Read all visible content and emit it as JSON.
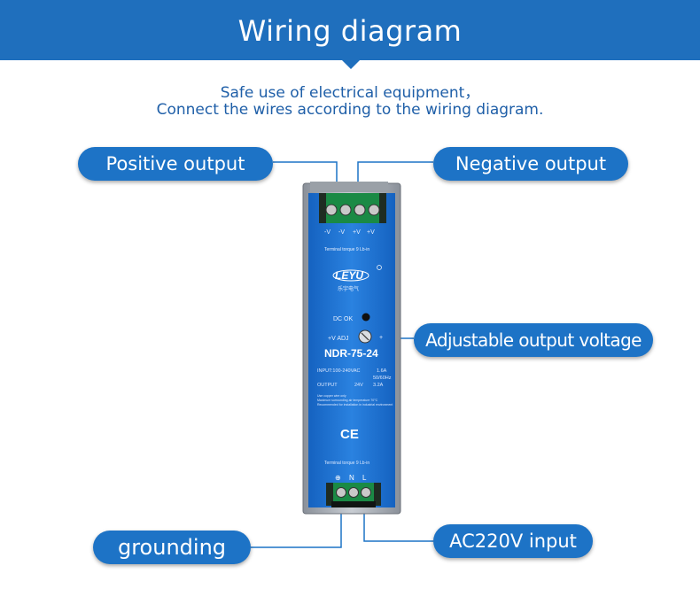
{
  "header": {
    "title": "Wiring diagram",
    "color": "#1f6fbd"
  },
  "subtitle": {
    "line1": "Safe use of electrical equipment，",
    "line2": "Connect the wires according to the wiring diagram."
  },
  "callouts": {
    "positive_output": "Positive output",
    "negative_output": "Negative output",
    "adjustable_voltage": "Adjustable output voltage",
    "grounding": "grounding",
    "ac_input": "AC220V input"
  },
  "device": {
    "top_terminals": [
      "-V",
      "-V",
      "+V",
      "+V"
    ],
    "torque_note_top": "Terminal torque 9 Lb-in",
    "brand": "LEYU",
    "brand_cn": "乐宇电气",
    "dc_ok_label": "DC OK",
    "adj_label": "+V ADJ",
    "adj_plus": "+",
    "model": "NDR-75-24",
    "input_label": "INPUT:100-240VAC",
    "input_current": "1.6A",
    "input_freq": "50/60Hz",
    "output_label": "OUTPUT",
    "output_voltage": "24V",
    "output_current": "3.2A",
    "fine_print": [
      "Use copper wire only",
      "Maximum surrounding air temperature 70°C",
      "Recommended for installation in industrial environment"
    ],
    "ce_mark": "CE",
    "torque_note_bottom": "Terminal torque 9 Lb-in",
    "bottom_terminals": [
      "⊕",
      "N",
      "L"
    ],
    "body_color": "#1b6fd0",
    "connector_color": "#1a8a45"
  }
}
